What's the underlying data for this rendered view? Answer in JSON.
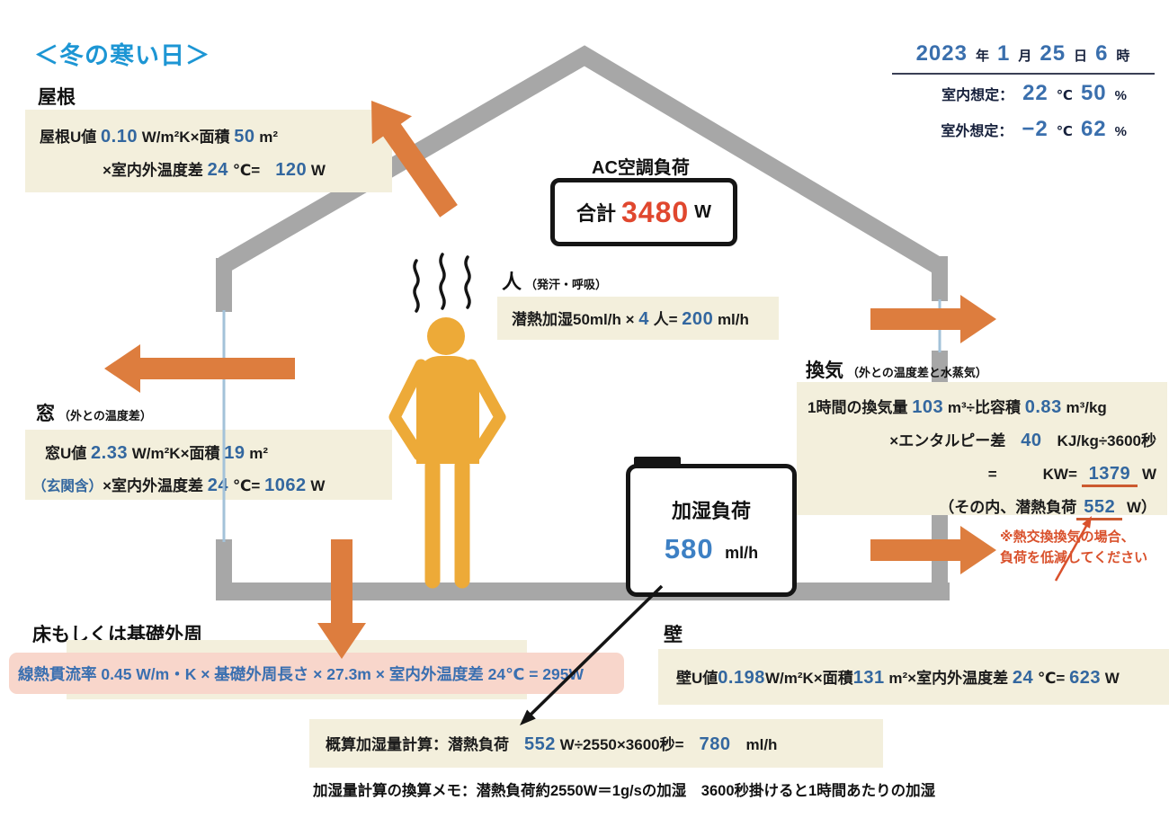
{
  "colors": {
    "title_blue": "#1d96d4",
    "number_blue": "#33679f",
    "value_blue": "#3d80c4",
    "total_red": "#e0472e",
    "note_red": "#d9512c",
    "box_beige": "#f3efdc",
    "box_pink": "#f8d6cb",
    "arrow_orange": "#dd7d3e",
    "house_gray": "#a7a7a7",
    "window_lightblue": "#a3c2d9",
    "person_amber": "#edaa38"
  },
  "title": "＜冬の寒い日＞",
  "header": {
    "date": [
      {
        "t": "2023",
        "s": "n"
      },
      {
        "t": "年",
        "s": "dk"
      },
      {
        "t": "1",
        "s": "n"
      },
      {
        "t": "月",
        "s": "dk"
      },
      {
        "t": "25",
        "s": "n"
      },
      {
        "t": "日",
        "s": "dk"
      },
      {
        "t": "6",
        "s": "n"
      },
      {
        "t": "時",
        "s": "dk"
      }
    ],
    "indoor": [
      {
        "t": "室内想定：",
        "s": "lab"
      },
      {
        "t": "22",
        "s": "n"
      },
      {
        "t": "℃",
        "s": "dk"
      },
      {
        "t": "50",
        "s": "n"
      },
      {
        "t": "%",
        "s": "dk"
      }
    ],
    "outdoor": [
      {
        "t": "室外想定：",
        "s": "lab"
      },
      {
        "t": "−2",
        "s": "n"
      },
      {
        "t": "℃",
        "s": "dk"
      },
      {
        "t": "62",
        "s": "n"
      },
      {
        "t": "%",
        "s": "dk"
      }
    ]
  },
  "roof": {
    "heading": "屋根",
    "line1": [
      {
        "t": "屋根U値 ",
        "s": "k"
      },
      {
        "t": "0.10",
        "s": "b"
      },
      {
        "t": " W/m²K×面積 ",
        "s": "k"
      },
      {
        "t": "50",
        "s": "b"
      },
      {
        "t": " m²",
        "s": "k"
      }
    ],
    "line2": [
      {
        "t": "×室内外温度差 ",
        "s": "k"
      },
      {
        "t": "24",
        "s": "b"
      },
      {
        "t": " ℃=　",
        "s": "k"
      },
      {
        "t": "120",
        "s": "b"
      },
      {
        "t": " W",
        "s": "k"
      }
    ]
  },
  "ac": {
    "heading": "AC空調負荷",
    "total_label": "合計",
    "total_value": "3480",
    "total_unit": "W"
  },
  "person": {
    "heading": "人",
    "sub": "（発汗・呼吸）",
    "line": [
      {
        "t": "潜熱加湿50ml/h × ",
        "s": "k"
      },
      {
        "t": "4",
        "s": "b"
      },
      {
        "t": " 人= ",
        "s": "k"
      },
      {
        "t": "200",
        "s": "b"
      },
      {
        "t": " ml/h",
        "s": "k"
      }
    ]
  },
  "window": {
    "heading": "窓",
    "sub": "（外との温度差）",
    "line1": [
      {
        "t": "窓U値 ",
        "s": "k"
      },
      {
        "t": "2.33",
        "s": "b"
      },
      {
        "t": " W/m²K×面積 ",
        "s": "k"
      },
      {
        "t": "19",
        "s": "b"
      },
      {
        "t": " m²",
        "s": "k"
      }
    ],
    "line2": [
      {
        "t": "（玄関含）",
        "s": "bl"
      },
      {
        "t": "×室内外温度差 ",
        "s": "k"
      },
      {
        "t": "24",
        "s": "b"
      },
      {
        "t": " ℃= ",
        "s": "k"
      },
      {
        "t": "1062",
        "s": "b"
      },
      {
        "t": " W",
        "s": "k"
      }
    ]
  },
  "vent": {
    "heading": "換気",
    "sub": "（外との温度差と水蒸気）",
    "line1": [
      {
        "t": "1時間の換気量 ",
        "s": "k"
      },
      {
        "t": "103",
        "s": "b"
      },
      {
        "t": " m³÷比容積 ",
        "s": "k"
      },
      {
        "t": "0.83",
        "s": "b"
      },
      {
        "t": " m³/kg",
        "s": "k"
      }
    ],
    "line2": [
      {
        "t": "×エンタルピー差　",
        "s": "k"
      },
      {
        "t": "40",
        "s": "b"
      },
      {
        "t": "　KJ/kg÷3600秒",
        "s": "k"
      }
    ],
    "line3": [
      {
        "t": "=　　　KW= ",
        "s": "k"
      },
      {
        "t": "1379",
        "s": "bu"
      },
      {
        "t": " W",
        "s": "k"
      }
    ],
    "line4": [
      {
        "t": "（その内、潜熱負荷",
        "s": "k"
      },
      {
        "t": "552",
        "s": "bu"
      },
      {
        "t": " W）",
        "s": "k"
      }
    ],
    "note_line1": "※熱交換換気の場合、",
    "note_line2": "負荷を低減してください"
  },
  "humidifier": {
    "heading": "加湿負荷",
    "value": "580",
    "unit": "ml/h"
  },
  "floor": {
    "heading": "床もしくは基礎外周",
    "line": "線熱貫流率 0.45 W/m・K × 基礎外周長さ × 27.3m × 室内外温度差 24℃ = 295W"
  },
  "wall": {
    "heading": "壁",
    "line": [
      {
        "t": "壁U値",
        "s": "k"
      },
      {
        "t": "0.198",
        "s": "b"
      },
      {
        "t": "W/m²K×面積",
        "s": "k"
      },
      {
        "t": "131",
        "s": "b"
      },
      {
        "t": " m²×室内外温度差 ",
        "s": "k"
      },
      {
        "t": "24",
        "s": "b"
      },
      {
        "t": " ℃= ",
        "s": "k"
      },
      {
        "t": "623",
        "s": "b"
      },
      {
        "t": " W",
        "s": "k"
      }
    ]
  },
  "calc": {
    "line": [
      {
        "t": "概算加湿量計算：潜熱負荷　",
        "s": "k"
      },
      {
        "t": "552",
        "s": "b"
      },
      {
        "t": " W÷2550×3600秒=　",
        "s": "k"
      },
      {
        "t": "780",
        "s": "b"
      },
      {
        "t": "　ml/h",
        "s": "k"
      }
    ]
  },
  "memo": "加湿量計算の換算メモ：潜熱負荷約2550W＝1g/sの加湿　3600秒掛けると1時間あたりの加湿"
}
